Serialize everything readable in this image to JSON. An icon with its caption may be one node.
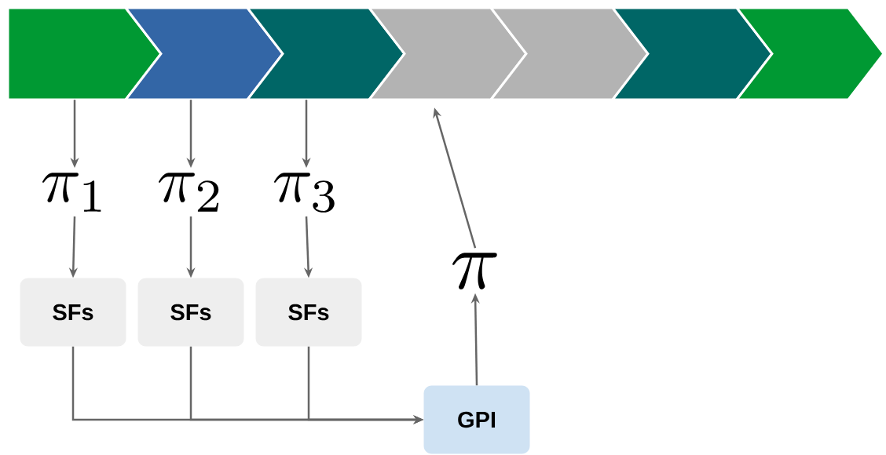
{
  "diagram": {
    "nodes": [
      {
        "text": [],
        "shape": "chevron"
      },
      {
        "text": [],
        "shape": "chevron"
      },
      {
        "text": [],
        "shape": "chevron"
      },
      {
        "text": [],
        "shape": "chevron"
      },
      {
        "text": [],
        "shape": "chevron"
      },
      {
        "text": [],
        "shape": "chevron"
      },
      {
        "text": [],
        "shape": "chevron"
      },
      {
        "text": [
          "\\pi_1"
        ]
      },
      {
        "text": [
          "\\pi_2"
        ]
      },
      {
        "text": [
          "\\pi_3"
        ]
      },
      {
        "text": [
          "SFs"
        ]
      },
      {
        "text": [
          "SFs"
        ]
      },
      {
        "text": [
          "SFs"
        ]
      },
      {
        "text": [
          "\\pi"
        ]
      },
      {
        "text": [
          "GPI"
        ]
      }
    ],
    "edges": [
      {
        "from": 0,
        "to": 7,
        "arrow": "to"
      },
      {
        "from": 7,
        "to": 10,
        "arrow": "to"
      },
      {
        "from": 1,
        "to": 8,
        "arrow": "to"
      },
      {
        "from": 8,
        "to": 11,
        "arrow": "to"
      },
      {
        "from": 2,
        "to": 9,
        "arrow": "to"
      },
      {
        "from": 9,
        "to": 12,
        "arrow": "to"
      },
      {
        "from": 10,
        "to": 14,
        "arrow": "to"
      },
      {
        "from": 11,
        "to": 14,
        "arrow": "to"
      },
      {
        "from": 12,
        "to": 14,
        "arrow": "to"
      },
      {
        "from": 14,
        "to": 13,
        "arrow": "to"
      },
      {
        "from": 13,
        "to": 3,
        "arrow": "to"
      }
    ]
  }
}
